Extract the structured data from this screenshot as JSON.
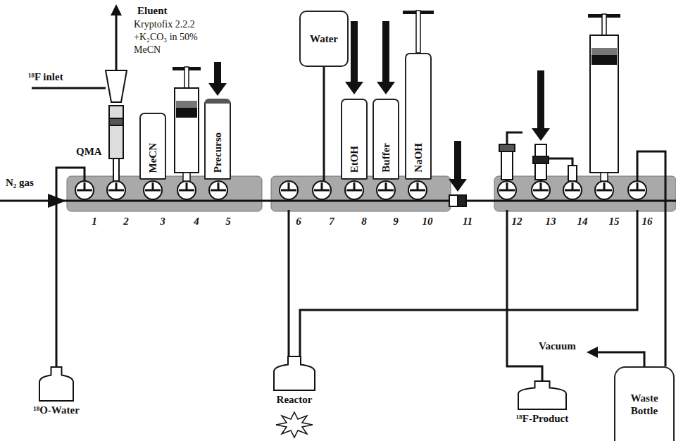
{
  "diagram": {
    "nodes": [
      {
        "text": [
          "MeCN"
        ]
      },
      {
        "text": [
          "Precurso"
        ]
      },
      {
        "text": [
          "Water"
        ]
      },
      {
        "text": [
          "EtOH"
        ]
      },
      {
        "text": [
          "Buffer"
        ]
      },
      {
        "text": [
          "NaOH"
        ]
      },
      {
        "text": [
          "Reactor"
        ]
      },
      {
        "text": [
          "¹⁸O-Water"
        ]
      },
      {
        "text": [
          "¹⁸F-Product"
        ]
      },
      {
        "text": [
          "Waste Bottle"
        ]
      }
    ],
    "labels": [
      "Eluent",
      "Kryptofix 2.2.2 +K₂CO₃ in 50% MeCN",
      "¹⁸F inlet",
      "QMA",
      "N₂ gas",
      "1",
      "2",
      "3",
      "4",
      "5",
      "6",
      "7",
      "8",
      "9",
      "10",
      "11",
      "12",
      "13",
      "14",
      "15",
      "16",
      "Vacuum"
    ]
  }
}
